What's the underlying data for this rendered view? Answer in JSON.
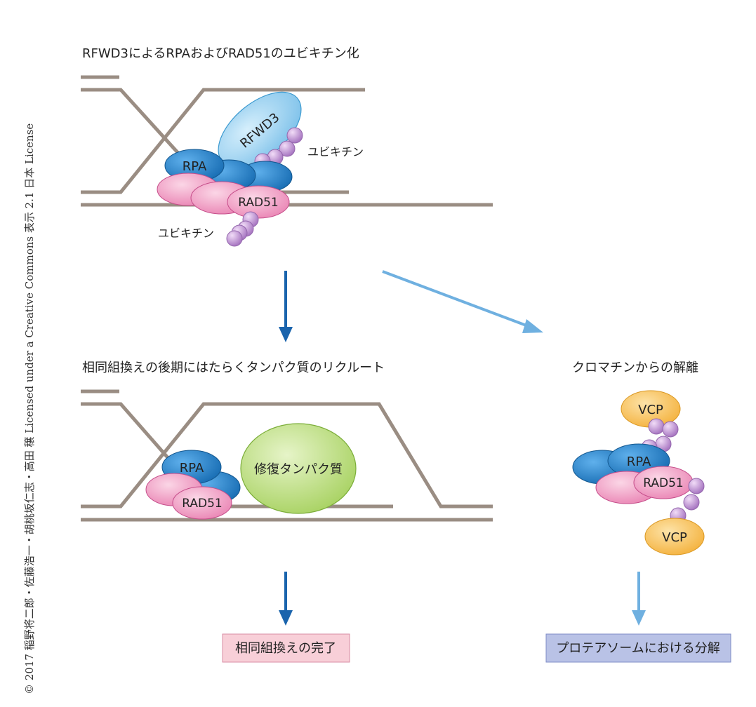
{
  "colors": {
    "dna": "#9a8d83",
    "rpa_dark": "#1a6fb5",
    "rpa_light": "#3b95d9",
    "rfwd3": "#8ccbef",
    "rad51": "#ee8fbc",
    "ubiquitin": "#c49ad6",
    "repair": "#b9dc7a",
    "vcp": "#f7c15a",
    "arrow_dark": "#1a64ad",
    "arrow_light": "#6fb0e0",
    "box_pink": "#f8cfd8",
    "box_blue": "#b9c2e6"
  },
  "credit": "© 2017 稲野将二郎・佐藤浩一・胡桃坂仁志・高田 穣 Licensed under a Creative Commons 表示 2.1 日本 License",
  "panel1": {
    "title": "RFWD3によるRPAおよびRAD51のユビキチン化",
    "rfwd3": "RFWD3",
    "rpa": "RPA",
    "rad51": "RAD51",
    "ub_upper": "ユビキチン",
    "ub_lower": "ユビキチン"
  },
  "panel2": {
    "title": "相同組換えの後期にはたらくタンパク質のリクルート",
    "rpa": "RPA",
    "rad51": "RAD51",
    "repair": "修復タンパク質"
  },
  "panel3": {
    "title": "クロマチンからの解離",
    "vcp_top": "VCP",
    "rpa": "RPA",
    "rad51": "RAD51",
    "vcp_bottom": "VCP"
  },
  "outcome_left": "相同組換えの完了",
  "outcome_right": "プロテアソームにおける分解"
}
